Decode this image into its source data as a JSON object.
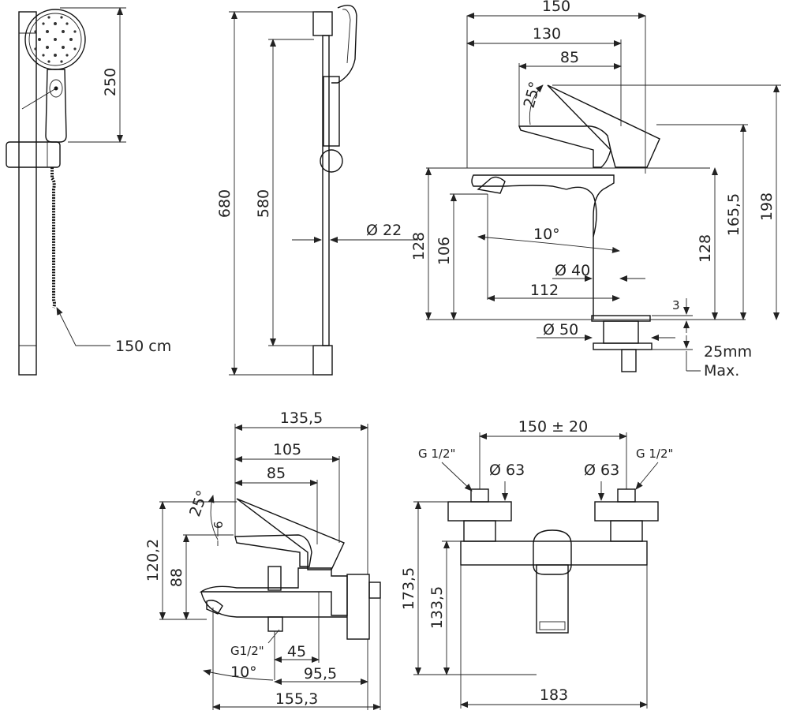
{
  "shower_set": {
    "handshower_height": "250",
    "total_height": "680",
    "bar_span": "580",
    "bar_diameter": "Ø 22",
    "hose_length": "150 cm"
  },
  "basin_mixer": {
    "width_total": "150",
    "width_130": "130",
    "width_85": "85",
    "lever_angle": "25°",
    "spout_angle": "10°",
    "height_198": "198",
    "height_165": "165,5",
    "height_128_right": "128",
    "height_128_left": "128",
    "height_106": "106",
    "reach_112": "112",
    "body_diameter": "Ø 40",
    "base_diameter": "Ø 50",
    "base_3": "3",
    "max_thickness_line1": "25mm",
    "max_thickness_line2": "Max."
  },
  "bath_side": {
    "width_135": "135,5",
    "width_105": "105",
    "width_85": "85",
    "lever_angle": "25°",
    "offset_6": "6",
    "height_120": "120,2",
    "height_88": "88",
    "inlet_label": "G1/2\"",
    "dim_45": "45",
    "spout_angle": "10°",
    "dim_95": "95,5",
    "width_155": "155,3"
  },
  "bath_front": {
    "centers": "150 ± 20",
    "inlet_left": "G 1/2\"",
    "inlet_right": "G 1/2\"",
    "escutcheon_left": "Ø 63",
    "escutcheon_right": "Ø 63",
    "height_173": "173,5",
    "height_133": "133,5",
    "width_183": "183"
  }
}
